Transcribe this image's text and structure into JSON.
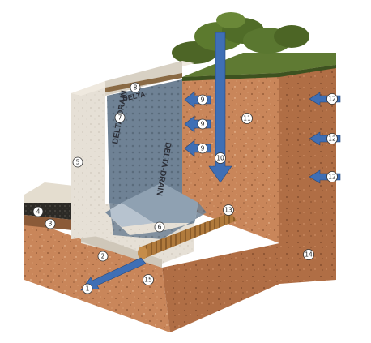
{
  "colors": {
    "soil": "#c9865a",
    "soil_dark": "#a8663f",
    "soil_top": "#d79a6b",
    "concrete": "#e6e0d6",
    "membrane": "#6f8295",
    "water": "#3f6fb5",
    "grass": "#556b2f",
    "gravel": "#2c2a26"
  },
  "membrane": {
    "brand": "DELTA",
    "product": "DELTA-DRAIN"
  },
  "callouts": [
    {
      "num": "1",
      "label": "callout-1"
    },
    {
      "num": "2",
      "label": "callout-2"
    },
    {
      "num": "3",
      "label": "callout-3"
    },
    {
      "num": "4",
      "label": "callout-4"
    },
    {
      "num": "5",
      "label": "callout-5"
    },
    {
      "num": "6",
      "label": "callout-6"
    },
    {
      "num": "7",
      "label": "callout-7"
    },
    {
      "num": "8",
      "label": "callout-8"
    },
    {
      "num": "9",
      "label": "callout-9a"
    },
    {
      "num": "9",
      "label": "callout-9b"
    },
    {
      "num": "9",
      "label": "callout-9c"
    },
    {
      "num": "10",
      "label": "callout-10"
    },
    {
      "num": "11",
      "label": "callout-11"
    },
    {
      "num": "12",
      "label": "callout-12a"
    },
    {
      "num": "12",
      "label": "callout-12b"
    },
    {
      "num": "12",
      "label": "callout-12c"
    },
    {
      "num": "13",
      "label": "callout-13"
    },
    {
      "num": "14",
      "label": "callout-14"
    },
    {
      "num": "15",
      "label": "callout-15"
    }
  ]
}
